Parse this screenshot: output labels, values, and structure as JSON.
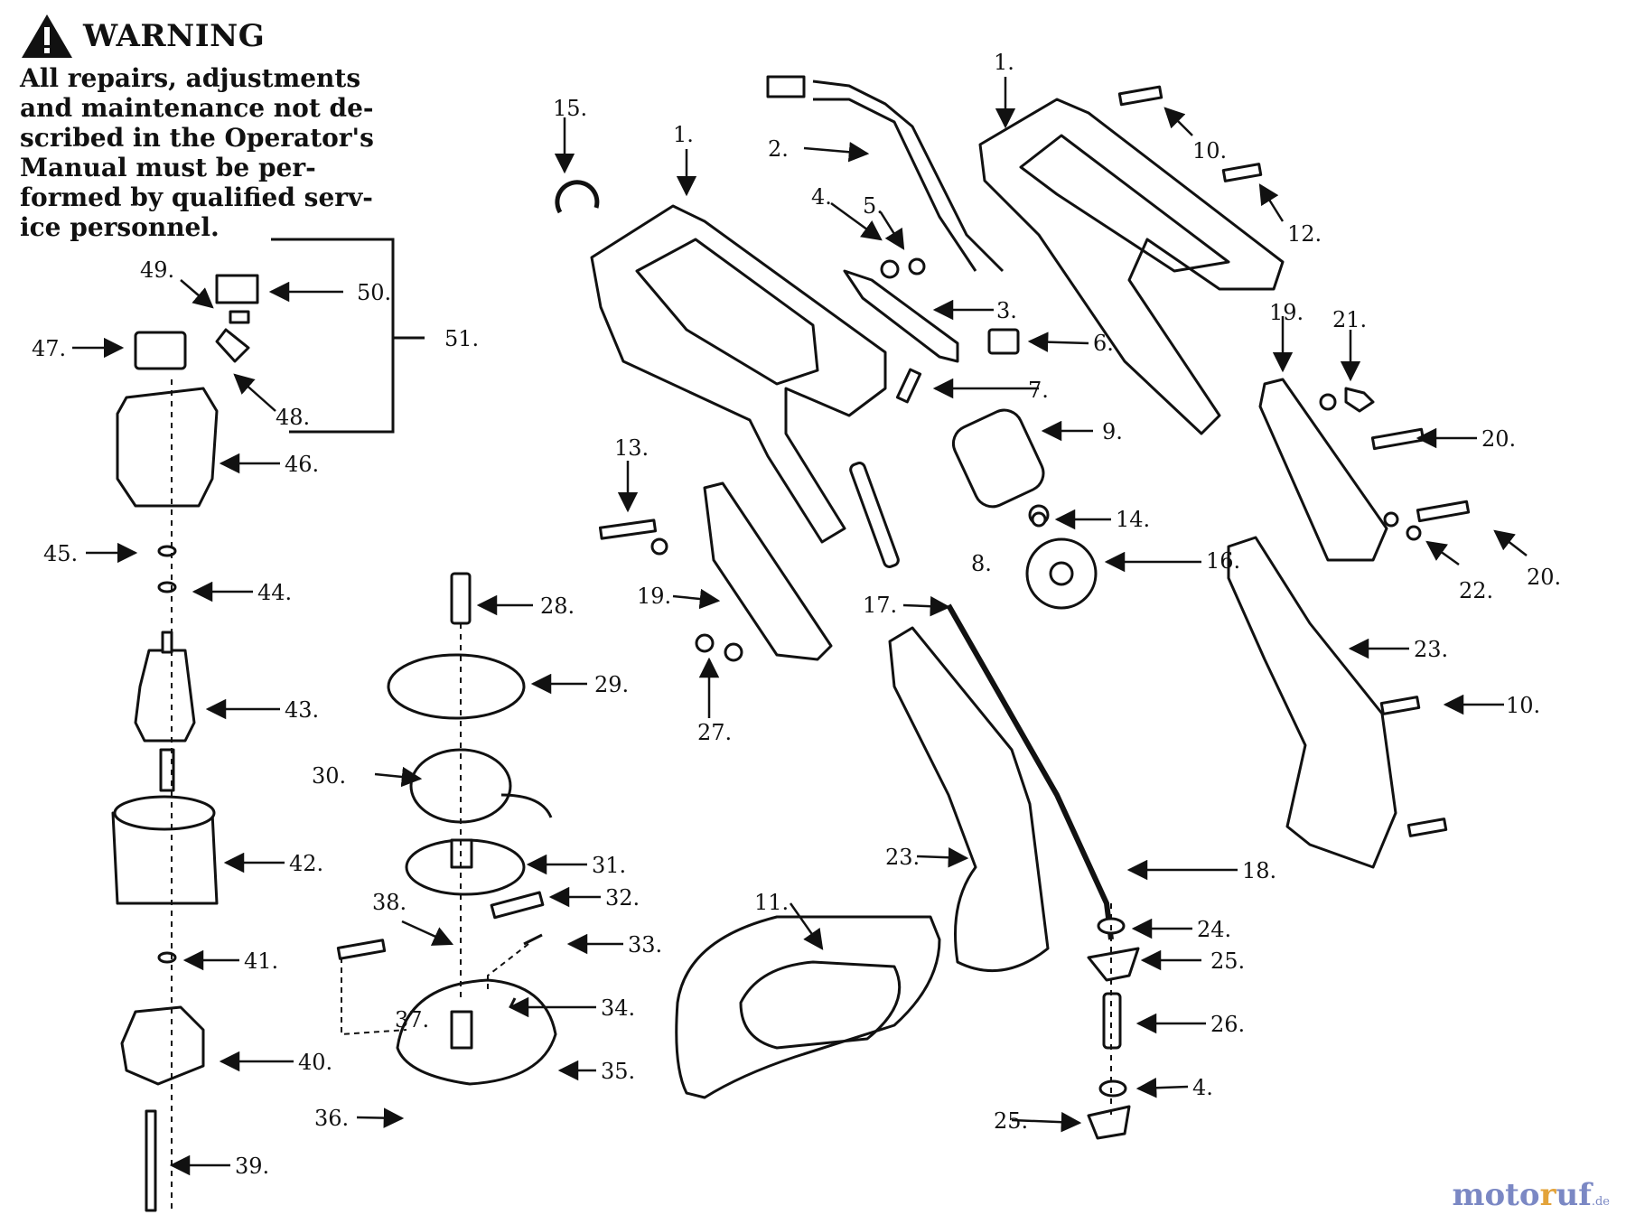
{
  "warning": {
    "title": "WARNING",
    "lines": [
      "All repairs, adjustments",
      "and maintenance not de-",
      "scribed in the Operator's",
      "Manual must be per-",
      "formed by qualified serv-",
      "ice personnel."
    ]
  },
  "callouts": [
    "1.",
    "1.",
    "2.",
    "4.",
    "5.",
    "3.",
    "6.",
    "7.",
    "9.",
    "8.",
    "10.",
    "12.",
    "10.",
    "13.",
    "14.",
    "15.",
    "16.",
    "17.",
    "18.",
    "19.",
    "19.",
    "20.",
    "20.",
    "21.",
    "22.",
    "23.",
    "23.",
    "24.",
    "25.",
    "25.",
    "26.",
    "4.",
    "27.",
    "11.",
    "28.",
    "29.",
    "30.",
    "31.",
    "32.",
    "33.",
    "34.",
    "35.",
    "36.",
    "37.",
    "38.",
    "39.",
    "40.",
    "41.",
    "42.",
    "43.",
    "44.",
    "45.",
    "46.",
    "47.",
    "48.",
    "49.",
    "50.",
    "51."
  ],
  "logo": {
    "part1": "moto",
    "part2": "r",
    "part3": "uf",
    "suffix": ".de"
  }
}
